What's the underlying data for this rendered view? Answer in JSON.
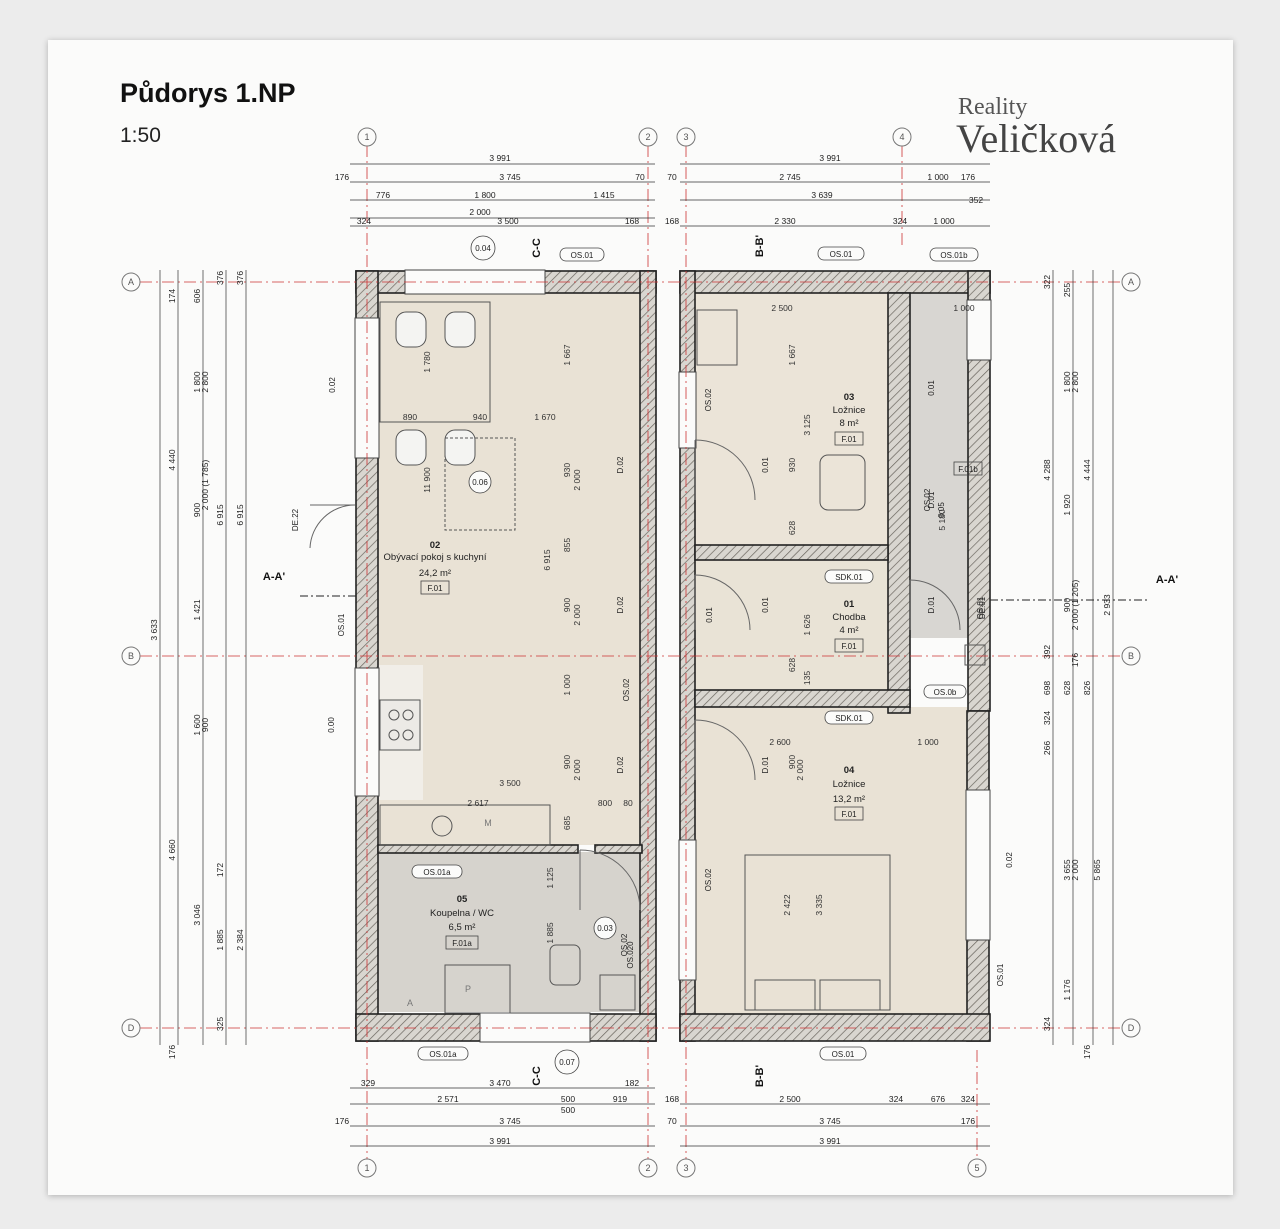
{
  "header": {
    "title": "Půdorys 1.NP",
    "scale": "1:50"
  },
  "brand": {
    "line1": "Reality",
    "line2": "Veličková"
  },
  "axes": {
    "columns_top": [
      "1",
      "2",
      "3",
      "4"
    ],
    "columns_bottom": [
      "1",
      "2",
      "3",
      "5"
    ],
    "rows": [
      "A",
      "B",
      "D"
    ]
  },
  "dims_top": {
    "row1": [
      "3 991",
      "3 991"
    ],
    "row2": [
      "176",
      "3 745",
      "70",
      "70",
      "2 745",
      "1 000",
      "176"
    ],
    "row3": [
      "776",
      "1 800",
      "1 415",
      "3 639"
    ],
    "row4": [
      "2 000",
      "352"
    ],
    "row5": [
      "324",
      "3 500",
      "168",
      "168",
      "2 330",
      "324",
      "1 000"
    ]
  },
  "dims_bottom": {
    "row1": [
      "329",
      "3 470",
      "182"
    ],
    "row2": [
      "2 571",
      "500",
      "919",
      "168",
      "2 500",
      "324",
      "676",
      "324"
    ],
    "row3": [
      "176",
      "3 745",
      "500",
      "70",
      "3 745",
      "176"
    ],
    "row4": [
      "3 991",
      "3 991"
    ]
  },
  "dims_left": [
    "174",
    "606",
    "376",
    "376",
    "4 440",
    "1 800",
    "2 800",
    "2 000 (1 785)",
    "900",
    "6 915",
    "6 915",
    "1 421",
    "3 633",
    "1 600",
    "900",
    "4 660",
    "3 046",
    "1 885",
    "172",
    "2 384",
    "325",
    "176"
  ],
  "dims_right": [
    "322",
    "255",
    "1 800",
    "2 800",
    "4 288",
    "4 444",
    "1 920",
    "900",
    "2 000 (1 205)",
    "2 933",
    "392",
    "176",
    "698",
    "628",
    "826",
    "324",
    "266",
    "3 655",
    "2 000",
    "5 865",
    "1 176",
    "324",
    "176"
  ],
  "rooms": [
    {
      "num": "02",
      "name": "Obývací pokoj s kuchyní",
      "area": "24,2 m²",
      "floor": "F.01"
    },
    {
      "num": "03",
      "name": "Ložnice",
      "area": "8 m²",
      "floor": "F.01"
    },
    {
      "num": "01",
      "name": "Chodba",
      "area": "4 m²",
      "floor": "F.01"
    },
    {
      "num": "04",
      "name": "Ložnice",
      "area": "13,2 m²",
      "floor": "F.01"
    },
    {
      "num": "05",
      "name": "Koupelna / WC",
      "area": "6,5 m²",
      "floor": "F.01a"
    }
  ],
  "storage_floor": "F.01b",
  "wall_tags": [
    "OS.01",
    "OS.01b",
    "OS.01a",
    "OS.01a",
    "OS.01",
    "OS.01",
    "SDK.01",
    "SDK.01",
    "OS.0b",
    "OS.02",
    "OS.02",
    "OS.02",
    "OS.02",
    "OS.01",
    "OS.01",
    "OS.02",
    "OS.01"
  ],
  "openings": [
    "0.04",
    "0.02",
    "DE.22",
    "0.06",
    "D.02",
    "D.02",
    "D.02",
    "0.00",
    "0.03",
    "0.07",
    "0.01",
    "0.01",
    "0.01",
    "D.01",
    "D.01",
    "D.01",
    "DE.01",
    "0.02",
    "0.01",
    "0.05",
    "OS.020"
  ],
  "sections": {
    "aa": "A-A'",
    "bb": "B-B'",
    "cc": "C-C"
  },
  "interior_dims": [
    "1 780",
    "890",
    "940",
    "1 670",
    "1 667",
    "11 900",
    "930",
    "2 000",
    "855",
    "6 915",
    "900",
    "2 000",
    "1 000",
    "900",
    "2 000",
    "3 500",
    "2 617",
    "800",
    "80",
    "685",
    "1 125",
    "1 885",
    "2 500",
    "1 000",
    "1 667",
    "3 125",
    "930",
    "628",
    "135",
    "2 600",
    "1 000",
    "900",
    "2 000",
    "2 422",
    "3 335",
    "628",
    "1 626",
    "5 180"
  ],
  "fixtures": {
    "washer": "M",
    "toilet": "P",
    "shower": "A"
  }
}
